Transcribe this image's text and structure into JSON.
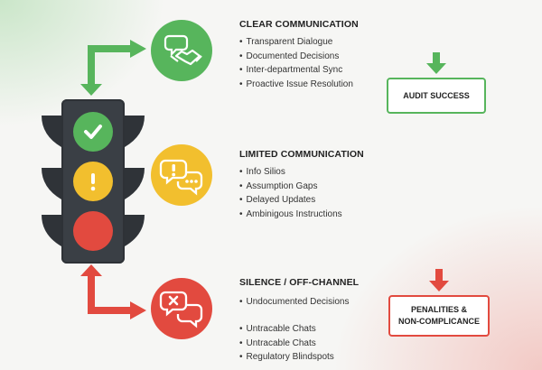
{
  "colors": {
    "green": "#57b55c",
    "yellow": "#f2bf2e",
    "red": "#e24a3f",
    "dark": "#3a3f45"
  },
  "sections": [
    {
      "title": "CLEAR COMMUNICATION",
      "icon": "handshake-chat-icon",
      "items": [
        "Transparent Dialogue",
        "Documented Decisions",
        "Inter-departmental Sync",
        "Proactive Issue Resolution"
      ]
    },
    {
      "title": "LIMITED COMMUNICATION",
      "icon": "exclamation-chat-icon",
      "items": [
        "Info Silios",
        "Assumption Gaps",
        "Delayed Updates",
        "Ambinigous Instructions"
      ]
    },
    {
      "title": "SILENCE / OFF-CHANNEL",
      "icon": "x-chat-icon",
      "items": [
        "Undocumented Decisions",
        "Untracable Chats",
        "Untracable Chats",
        "Regulatory Blindspots"
      ]
    }
  ],
  "outcomes": {
    "success": "AUDIT SUCCESS",
    "penalty_line1": "PENALITIES &",
    "penalty_line2": "NON-COMPLICANCE"
  },
  "traffic_light": {
    "top": "checkmark-icon",
    "middle": "exclamation-icon",
    "bottom": "red-light"
  }
}
